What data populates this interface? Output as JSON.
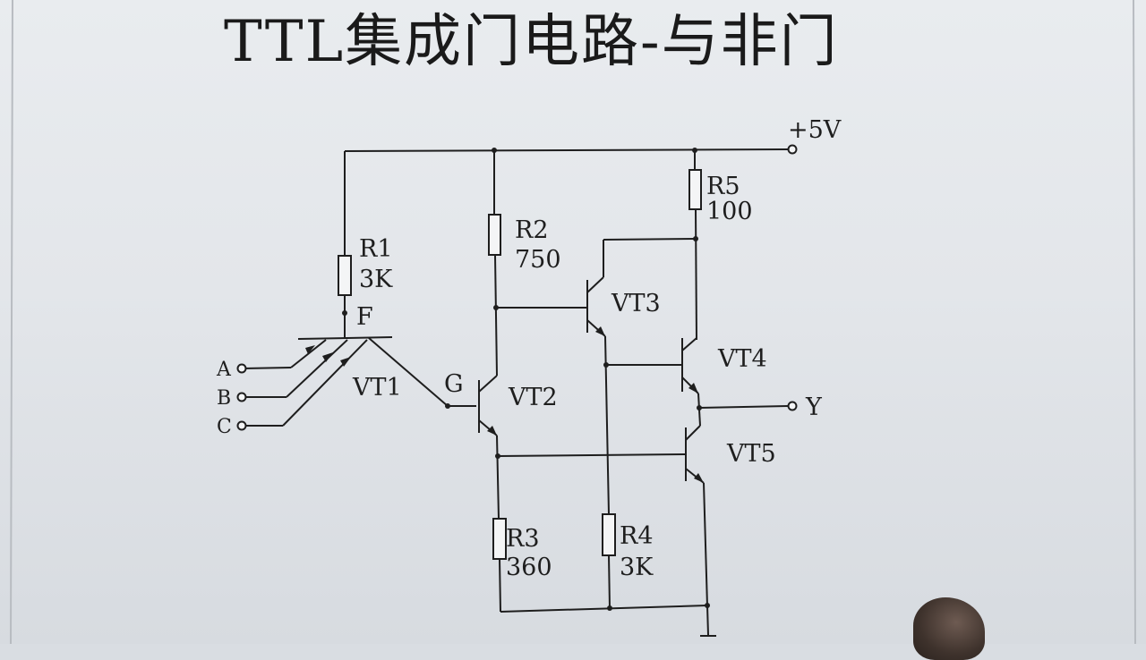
{
  "title": "TTL集成门电路-与非门",
  "supply_label": "+5V",
  "inputs": [
    "A",
    "B",
    "C"
  ],
  "output_label": "Y",
  "nodes": {
    "f": "F",
    "g": "G"
  },
  "resistors": [
    {
      "name": "R1",
      "value": "3K"
    },
    {
      "name": "R2",
      "value": "750"
    },
    {
      "name": "R3",
      "value": "360"
    },
    {
      "name": "R4",
      "value": "3K"
    },
    {
      "name": "R5",
      "value": "100"
    }
  ],
  "transistors": [
    "VT1",
    "VT2",
    "VT3",
    "VT4",
    "VT5"
  ]
}
